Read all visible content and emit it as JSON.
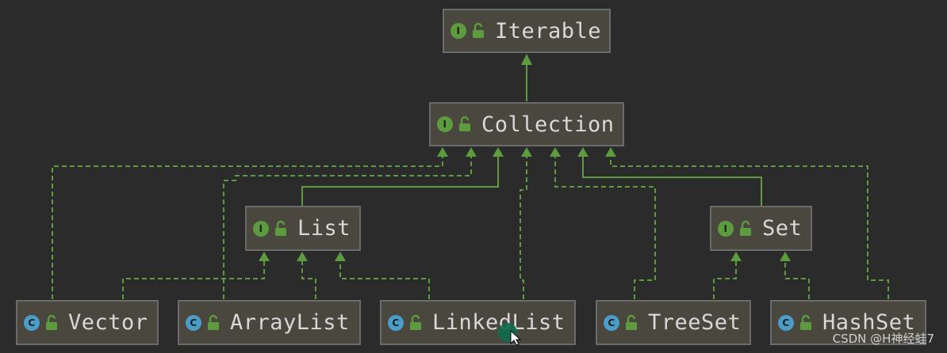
{
  "diagram": {
    "colors": {
      "background": "#2b2b2b",
      "node_fill": "#4a473f",
      "node_border": "#6b6b6b",
      "edge": "#5c9b3e",
      "interface_badge": "#5c9b3e",
      "class_badge": "#4a9cc9",
      "label": "#d8d8d8"
    },
    "nodes": {
      "iterable": {
        "label": "Iterable",
        "kind": "interface",
        "badge": "I"
      },
      "collection": {
        "label": "Collection",
        "kind": "interface",
        "badge": "I"
      },
      "list": {
        "label": "List",
        "kind": "interface",
        "badge": "I"
      },
      "set": {
        "label": "Set",
        "kind": "interface",
        "badge": "I"
      },
      "vector": {
        "label": "Vector",
        "kind": "class",
        "badge": "C"
      },
      "arraylist": {
        "label": "ArrayList",
        "kind": "class",
        "badge": "C"
      },
      "linkedlist": {
        "label": "LinkedList",
        "kind": "class",
        "badge": "C"
      },
      "treeset": {
        "label": "TreeSet",
        "kind": "class",
        "badge": "C"
      },
      "hashset": {
        "label": "HashSet",
        "kind": "class",
        "badge": "C"
      }
    },
    "edges": [
      {
        "from": "Collection",
        "to": "Iterable",
        "style": "extends"
      },
      {
        "from": "List",
        "to": "Collection",
        "style": "extends"
      },
      {
        "from": "Set",
        "to": "Collection",
        "style": "extends"
      },
      {
        "from": "Vector",
        "to": "Collection",
        "style": "implements"
      },
      {
        "from": "ArrayList",
        "to": "Collection",
        "style": "implements"
      },
      {
        "from": "LinkedList",
        "to": "Collection",
        "style": "implements"
      },
      {
        "from": "TreeSet",
        "to": "Collection",
        "style": "implements"
      },
      {
        "from": "HashSet",
        "to": "Collection",
        "style": "implements"
      },
      {
        "from": "Vector",
        "to": "List",
        "style": "implements"
      },
      {
        "from": "ArrayList",
        "to": "List",
        "style": "implements"
      },
      {
        "from": "LinkedList",
        "to": "List",
        "style": "implements"
      },
      {
        "from": "TreeSet",
        "to": "Set",
        "style": "implements"
      },
      {
        "from": "HashSet",
        "to": "Set",
        "style": "implements"
      }
    ]
  },
  "watermark": "CSDN @H神经蛙7",
  "icons": {
    "interface_badge": "interface-badge-icon",
    "class_badge": "class-badge-icon",
    "lock": "unlocked-icon",
    "cursor": "mouse-cursor-icon"
  }
}
